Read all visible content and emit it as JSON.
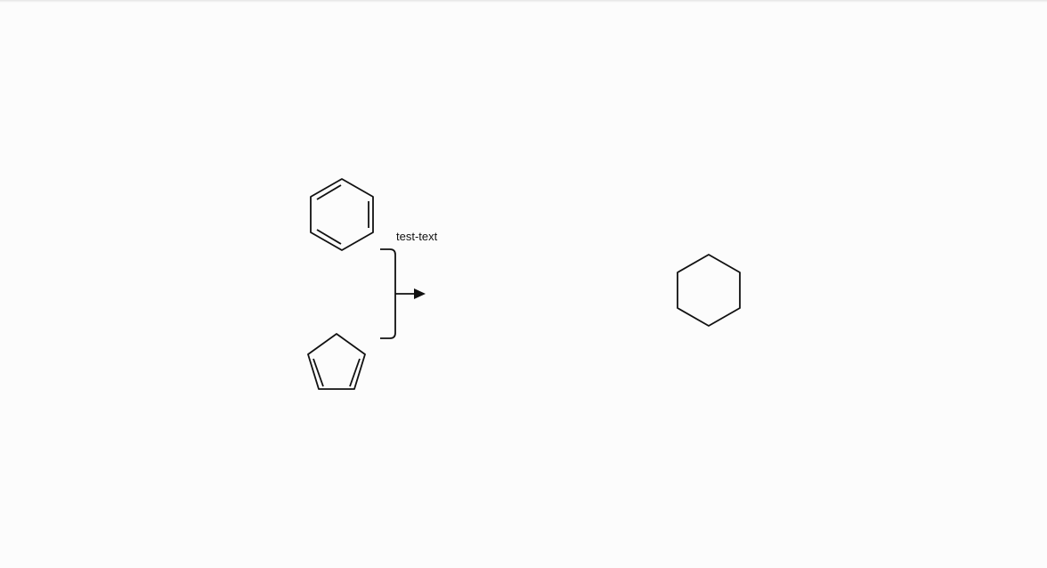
{
  "reaction": {
    "label": "test-text",
    "reactants": [
      {
        "structure": "benzene",
        "rings": 6,
        "double_bonds": 3
      },
      {
        "structure": "cyclopentadiene",
        "rings": 5,
        "double_bonds": 2
      }
    ],
    "products": [
      {
        "structure": "cyclohexane",
        "rings": 6,
        "double_bonds": 0
      }
    ],
    "colors": {
      "stroke": "#111111",
      "background": "#fcfcfc"
    }
  }
}
